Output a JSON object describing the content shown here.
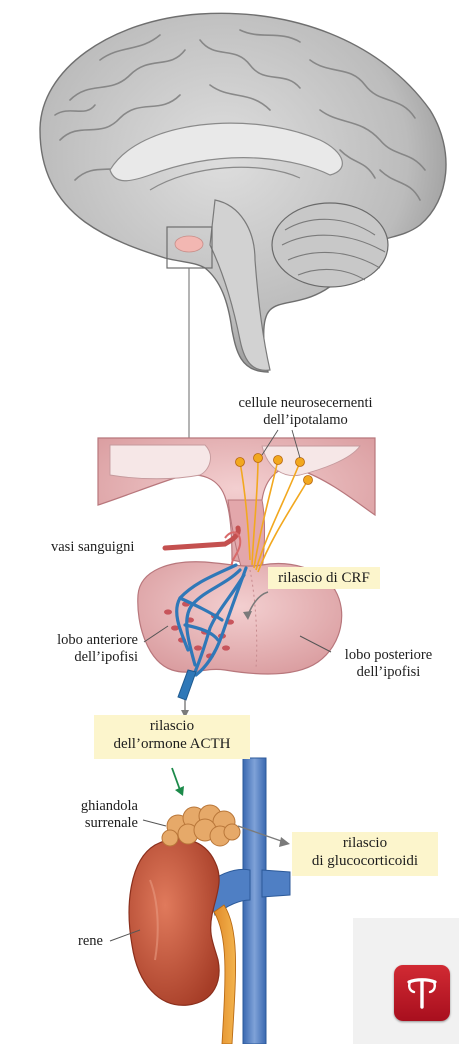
{
  "labels": {
    "neurosecretory_cells": [
      "cellule neurosecernenti",
      "dell’ipotalamo"
    ],
    "blood_vessels": "vasi sanguigni",
    "anterior_lobe": [
      "lobo anteriore",
      "dell’ipofisi"
    ],
    "posterior_lobe": [
      "lobo posteriore",
      "dell’ipofisi"
    ],
    "adrenal_gland": [
      "ghiandola",
      "surrenale"
    ],
    "kidney": "rene"
  },
  "highlights": {
    "crf_release": "rilascio di CRF",
    "acth_release": [
      "rilascio",
      "dell’ormone ACTH"
    ],
    "glucocorticoid_release": [
      "rilascio",
      "di glucocorticoidi"
    ]
  },
  "colors": {
    "brain": "#b9b9b9",
    "pituitary_highlight": "#f2b7b2",
    "tissue": "#e8b5b7",
    "nerve_fibers": "#f2a81f",
    "veins": "#2f78b8",
    "kidney": "#c9553b",
    "adrenal": "#e6a969",
    "vena_cava": "#4f7fc4",
    "label_box": "#fcf5cc",
    "arrow_green": "#1c8a4a",
    "logo": "#c2182a"
  },
  "logo_icon": "publisher-logo-icon"
}
